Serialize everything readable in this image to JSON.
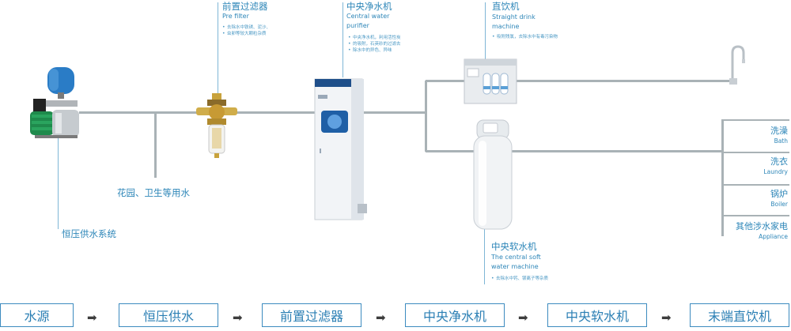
{
  "nodes": {
    "pump": {
      "cn": "恒压供水系统"
    },
    "garden": {
      "cn": "花园、卫生等用水"
    },
    "prefilter": {
      "cn": "前置过滤器",
      "en": "Pre filter",
      "notes": [
        "去除水中铁锈、泥沙、",
        "虫卵等较大颗粒杂质"
      ]
    },
    "purifier": {
      "cn": "中央净水机",
      "en1": "Central water",
      "en2": "purifier",
      "notes": [
        "中央净水机，利用活性炭",
        "的吸附，石英砂的过滤去",
        "除水中的异色、异味"
      ]
    },
    "drink": {
      "cn": "直饮机",
      "en1": "Straight drink",
      "en2": "machine",
      "notes": [
        "吸附残氯，去除水中有毒污染物"
      ]
    },
    "softener": {
      "cn": "中央软水机",
      "en1": "The central soft",
      "en2": "water machine",
      "notes": [
        "去除水中钙、镁离子等杂质"
      ]
    }
  },
  "appliances": [
    {
      "cn": "洗澡",
      "en": "Bath"
    },
    {
      "cn": "洗衣",
      "en": "Laundry"
    },
    {
      "cn": "锅炉",
      "en": "Boiler"
    },
    {
      "cn": "其他涉水家电",
      "en": "Appliance"
    }
  ],
  "flow": [
    "水源",
    "恒压供水",
    "前置过滤器",
    "中央净水机",
    "中央软水机",
    "末端直饮机"
  ],
  "arrow": "➡",
  "colors": {
    "accent": "#2d86b8",
    "pipe": "#a9b2b6"
  }
}
